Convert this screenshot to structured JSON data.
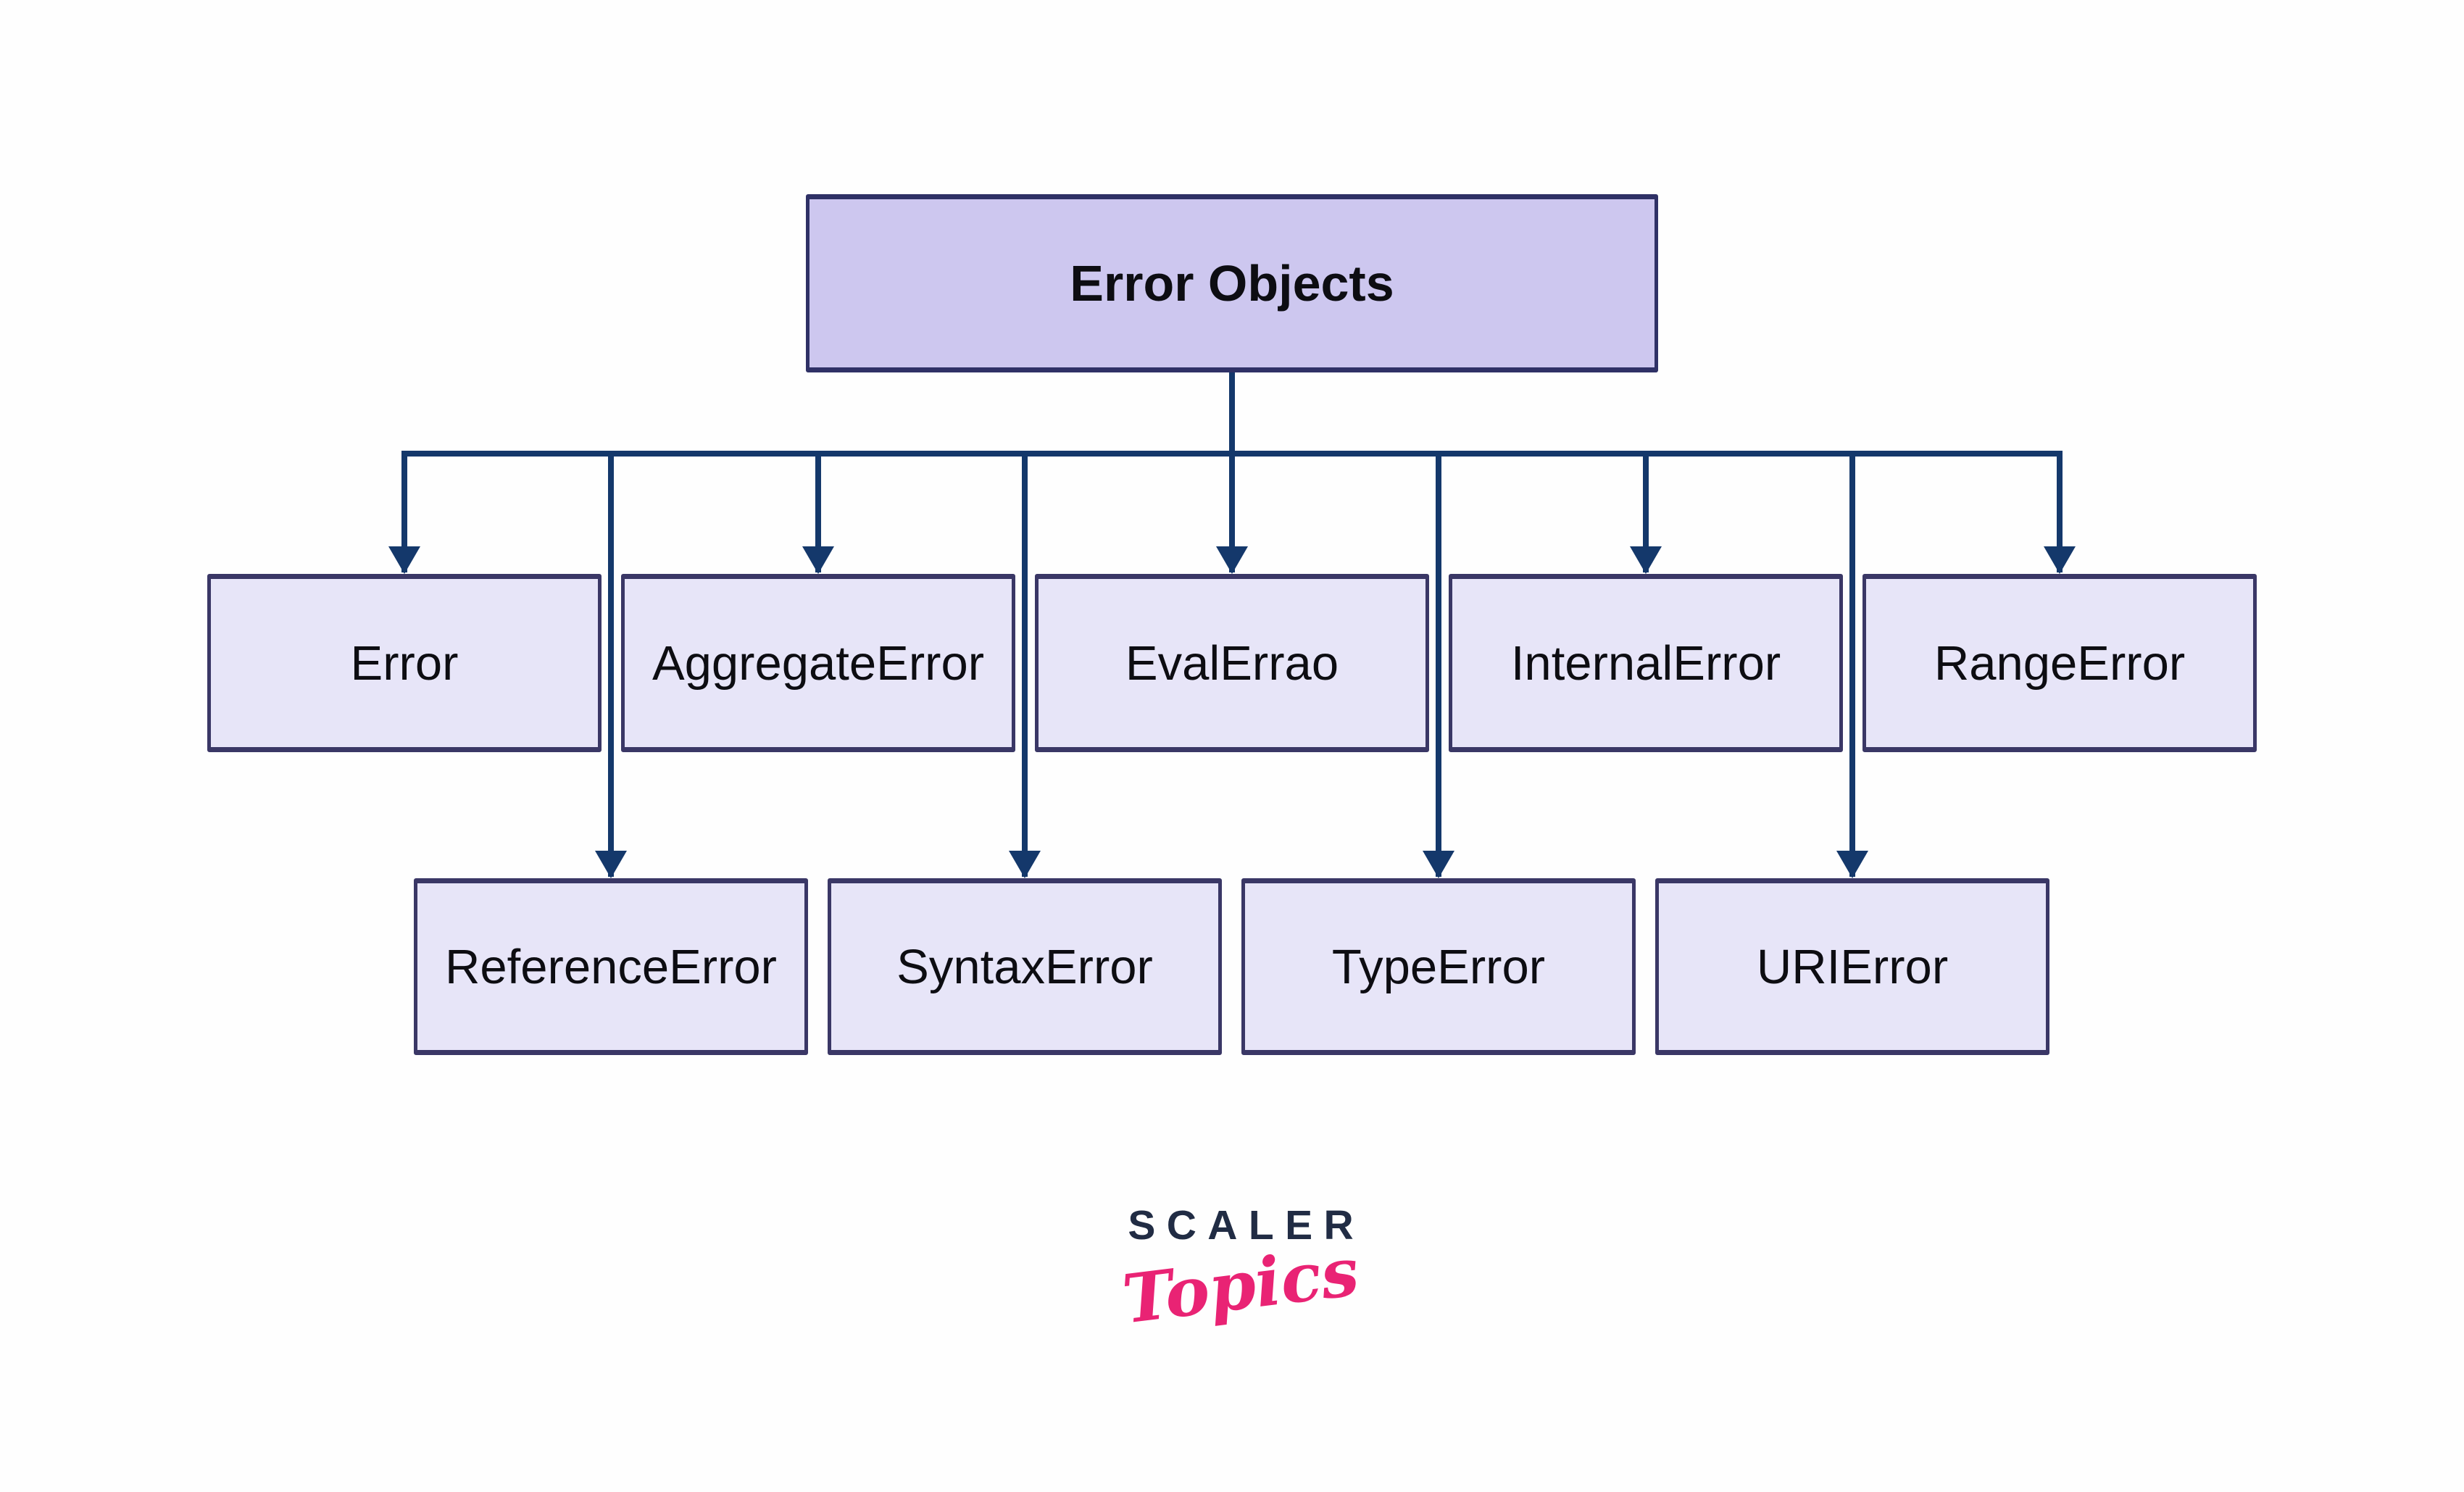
{
  "diagram": {
    "root": {
      "label": "Error Objects"
    },
    "level2": [
      {
        "label": "Error"
      },
      {
        "label": "AggregateError"
      },
      {
        "label": "EvalErrao"
      },
      {
        "label": "InternalError"
      },
      {
        "label": "RangeError"
      }
    ],
    "level3": [
      {
        "label": "ReferenceError"
      },
      {
        "label": "SyntaxError"
      },
      {
        "label": "TypeError"
      },
      {
        "label": "URIError"
      }
    ]
  },
  "logo": {
    "brand": "SCALER",
    "product": "Topics"
  },
  "colors": {
    "connector": "#14386b",
    "root_fill": "#cdc7ef",
    "root_border": "#2f3166",
    "node_fill": "#e7e5f8",
    "node_border": "#3a3766",
    "node_text": "#0d0d12",
    "brand_text": "#212c44",
    "product_text": "#e92374",
    "background": "#fefefe"
  }
}
